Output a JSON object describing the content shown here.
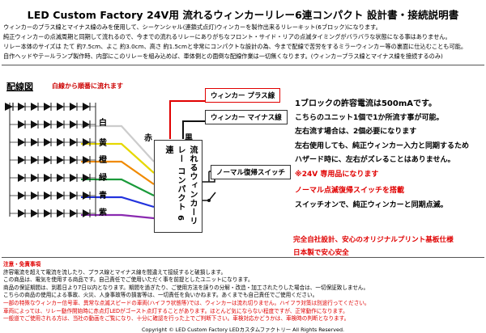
{
  "title": "LED Custom Factory 24V用 流れるウィンカーリレー6連コンパクト 設計書・接続説明書",
  "description": [
    "ウィンカーのプラス線とマイナス線のみを使用して、シーケンシャル(連鎖式点灯)ウィンカーを製作出来るリレーキット(6ブロック)になります。",
    "純正ウィンカーの点滅周期と同期して流れるので、今までの流れるリレーにありがちなフロント・サイド・リアの点滅タイミングがバラバラな状態になる事はありません。",
    "リレー本体のサイズは たて 約7.5cm、よこ 約3.0cm、高さ 約1.5cmと非常にコンパクトな設計の為、今まで配線で苦労をするミラーウィンカー等の裏面に仕込むことも可能。",
    "自作ヘッドやテールランプ製作時、内部にこのリレーを組み込めば、車体側との面倒な配線作業は一切無くなります。(ウィンカープラス線とマイナス線を接続するのみ)"
  ],
  "diagram": {
    "section_title": "配線図",
    "section_subtitle": "白線から順番に流れます",
    "wire_labels": [
      "白",
      "黄",
      "橙",
      "緑",
      "青",
      "紫"
    ],
    "wire_colors": [
      "#cccccc",
      "#e6d800",
      "#f08a00",
      "#1a9a3a",
      "#2233dd",
      "#8a2ab0"
    ],
    "left_wires": [
      "#cccccc",
      "#e6d800",
      "#f08a00",
      "#1a9a3a",
      "#2233dd",
      "#8a2ab0"
    ],
    "red_label": "赤",
    "black_label": "黒",
    "plus_box": "ウィンカー プラス線",
    "minus_box": "ウィンカー マイナス線",
    "switch_box": "ノーマル復帰スイッチ",
    "unit_label": "流れるウィンカーリレー コンパクト 6連"
  },
  "specs": [
    {
      "text": "1ブロックの許容電流は500mAです。",
      "red": false,
      "big": true
    },
    {
      "text": "こちらのユニット1個で1か所流す事が可能。",
      "red": false
    },
    {
      "text": "左右流す場合は、2個必要になります",
      "red": false
    },
    {
      "text": "左右使用しても、純正ウィンカー入力と同期するため",
      "red": false
    },
    {
      "text": "ハザード時に、左右がズレることはありません。",
      "red": false
    },
    {
      "text": "※24V 専用品になります",
      "red": true
    },
    {
      "text": "ノーマル点滅復帰スイッチを搭載",
      "red": true
    },
    {
      "text": "スイッチオンで、純正ウィンカーと同期点滅。",
      "red": false
    },
    {
      "text": "完全自社設計、安心のオリジナルプリント基板仕様",
      "red": true
    },
    {
      "text": "日本製で安心安全",
      "red": true
    }
  ],
  "notices": [
    {
      "text": "注意・免責事項",
      "color": "#e00000",
      "bold": true
    },
    {
      "text": "許容電流を超えて電流を流したり、プラス線とマイナス線を間違えて接続すると破損します。",
      "color": "#000"
    },
    {
      "text": "この商品は、電気を使用する商品です。自己責任でご使用いただく事を前提としたユニットになります。",
      "color": "#000"
    },
    {
      "text": "商品の保証期間は、到着日より7日以内となります。期間を過ぎたり、ご使用方法を誤りの分解・改造・加工されたりした場合は、一切保証致しません。",
      "color": "#000"
    },
    {
      "text": "こちらの商品の使用による事故、火災、人身事故等の損害等は、一切責任を負いかねます。あくまでも自己責任でご使用ください。",
      "color": "#000"
    },
    {
      "text": "一部の特殊なウィンカー信号車、異常な点滅スピードの車両(ハイフラ状態等)では、ウィンカーは流れ切りません。ハイフラ対策は別途行ってください。",
      "color": "#e00000"
    },
    {
      "text": "車両によっては、リレー動作開始時に赤点灯LEDがゴースト点灯することがあります。ほとんど気にならない程度ですが、正常動作になります。",
      "color": "#e00000"
    },
    {
      "text": "一般道でご使用される方は、当社の動画をご覧になり、十分に確認を行った上でご判断下さい。車検対応かどうかは、車検時の判断となります。",
      "color": "#e00000"
    }
  ],
  "copyright": "Copyright © LED Custom Factory LEDカスタムファクトリー All Rights Reserved."
}
